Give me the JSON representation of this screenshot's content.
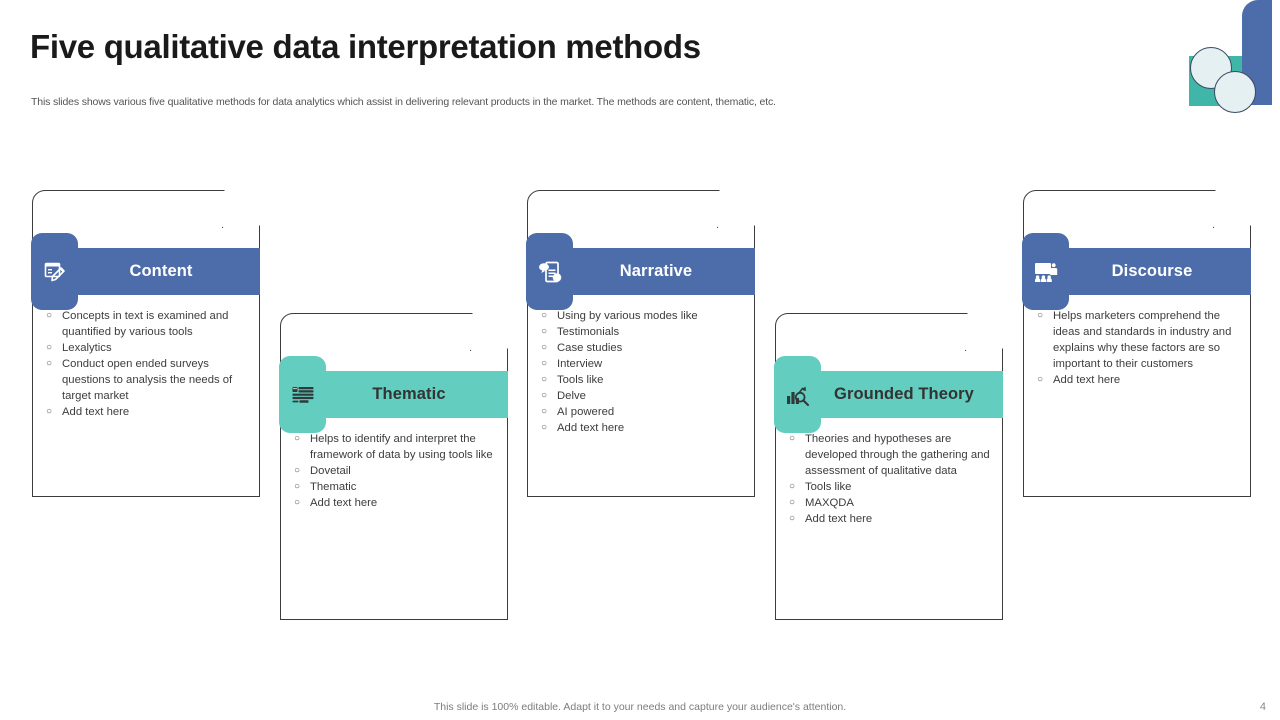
{
  "header": {
    "title": "Five qualitative data interpretation methods",
    "subtitle": "This slides shows various five qualitative methods for data analytics which assist in delivering relevant products in the market. The methods are content, thematic, etc."
  },
  "theme": {
    "blue": "#4d6daa",
    "teal": "#63cdbf",
    "deco_teal": "#3fb6a8",
    "deco_circle": "#e4f0f2",
    "card_border": "#3c3c3c",
    "title_color": "#1a1a1a",
    "body_text": "#3d3d3d"
  },
  "decoration": {
    "shapes": [
      "teal-square",
      "blue-rounded-bar",
      "light-circle",
      "light-circle"
    ]
  },
  "bullet_marker": "○",
  "cards": [
    {
      "id": "content",
      "title": "Content",
      "icon": "document-pen-icon",
      "color": "blue",
      "bullets": [
        "Concepts in text is examined and quantified by various tools",
        "Lexalytics",
        "Conduct open ended surveys questions to analysis the needs of target market",
        "Add text here"
      ]
    },
    {
      "id": "thematic",
      "title": "Thematic",
      "icon": "server-stack-icon",
      "color": "teal",
      "bullets": [
        "Helps to identify and interpret the framework of data by using tools like",
        "Dovetail",
        "Thematic",
        "Add text here"
      ]
    },
    {
      "id": "narrative",
      "title": "Narrative",
      "icon": "document-chat-check-icon",
      "color": "blue",
      "bullets": [
        "Using by various modes like",
        "Testimonials",
        "Case studies",
        "Interview",
        "Tools like",
        "Delve",
        "AI powered",
        "Add text here"
      ]
    },
    {
      "id": "grounded-theory",
      "title": "Grounded Theory",
      "icon": "bar-chart-magnifier-icon",
      "color": "teal",
      "bullets": [
        "Theories and hypotheses are developed through the gathering and assessment of qualitative data",
        "Tools like",
        "MAXQDA",
        "Add text here"
      ]
    },
    {
      "id": "discourse",
      "title": "Discourse",
      "icon": "presentation-audience-icon",
      "color": "blue",
      "bullets": [
        "Helps marketers comprehend the ideas and standards in industry and explains why these factors are so important to their customers",
        "Add text here"
      ]
    }
  ],
  "footer": {
    "note": "This slide is 100% editable. Adapt it to your needs and capture your audience's attention.",
    "page_number": "4"
  }
}
